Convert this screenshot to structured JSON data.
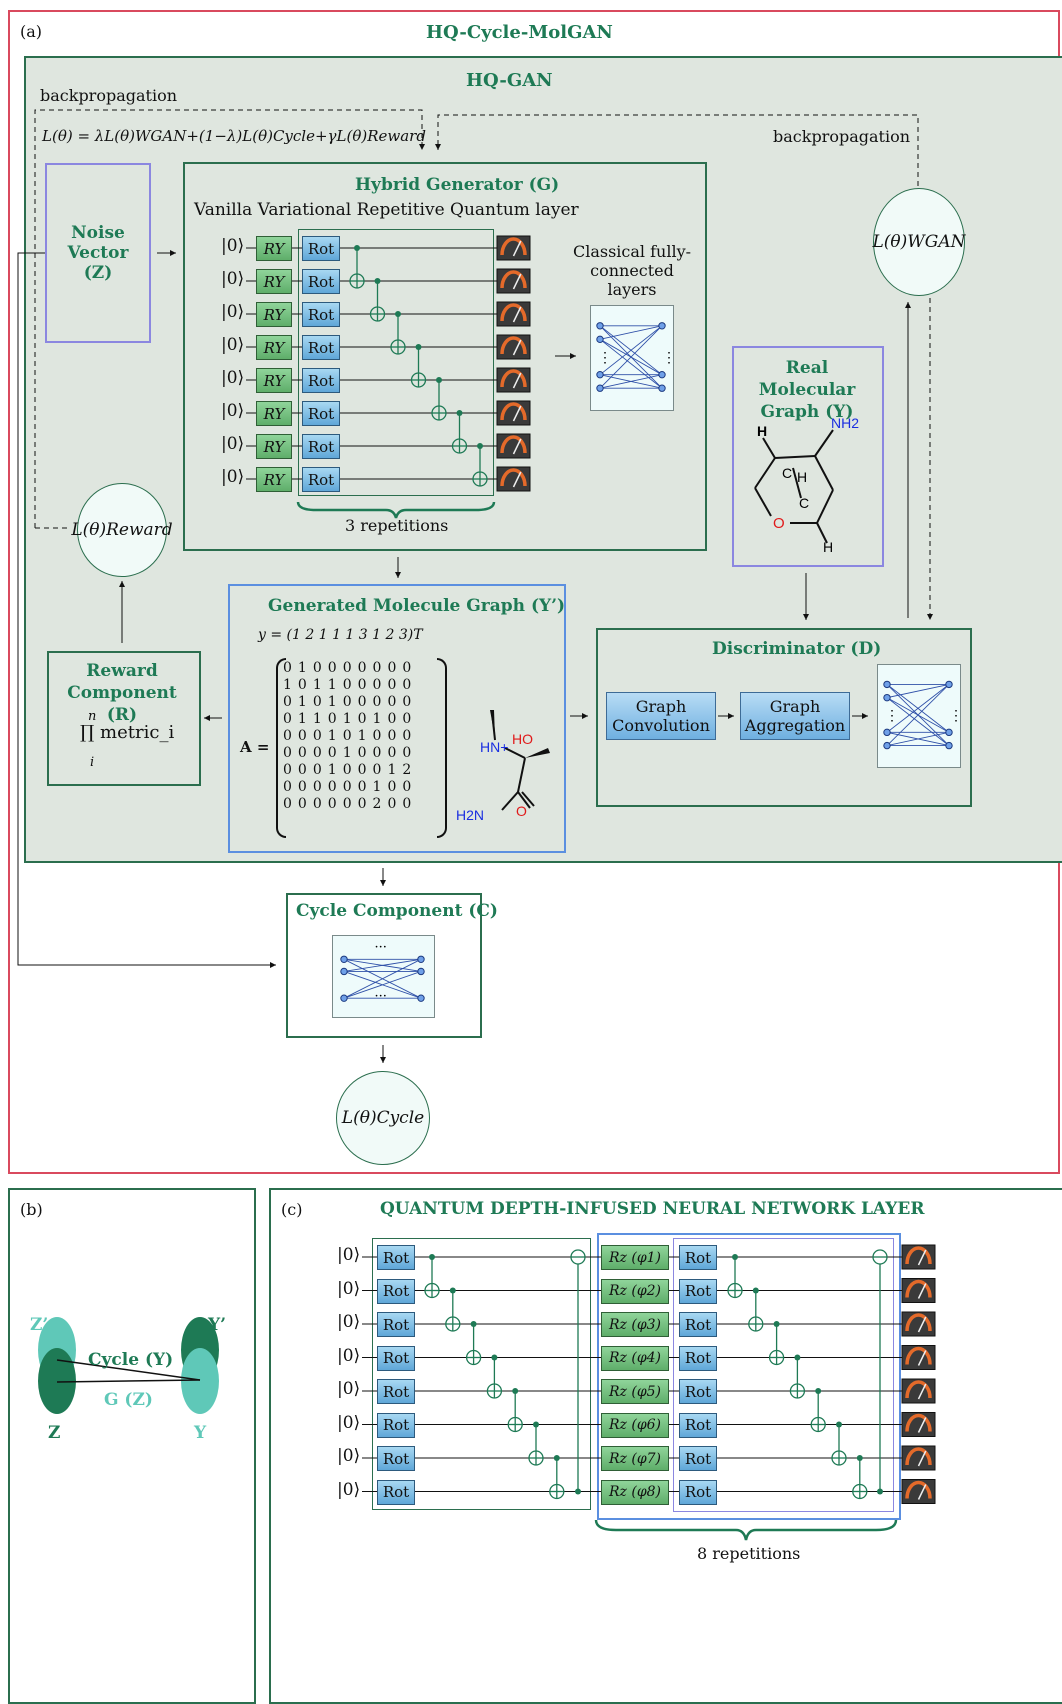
{
  "panel_a": {
    "label": "(a)",
    "title": "HQ-Cycle-MolGAN",
    "hqgan_title": "HQ-GAN",
    "backprop_left": "backpropagation",
    "backprop_right": "backpropagation",
    "loss_formula": "L(θ) = λL(θ)WGAN+(1−λ)L(θ)Cycle+γL(θ)Reward",
    "noise": "Noise Vector (Z)",
    "generator_title": "Hybrid Generator (G)",
    "generator_subtitle": "Vanilla Variational Repetitive Quantum layer",
    "ket": "|0⟩",
    "ry": "RY",
    "rot": "Rot",
    "repetitions_gen": "3 repetitions",
    "classical": "Classical fully-connected layers",
    "dots": "⋮",
    "loss_wgan": "L(θ)WGAN",
    "loss_reward": "L(θ)Reward",
    "loss_cycle": "L(θ)Cycle",
    "real_graph": "Real Molecular Graph (Y)",
    "generated_graph": "Generated Molecule Graph (Y’)",
    "y_vector": "y = (1 2 1 1 1 3 1 2 3)T",
    "matrix_label": "A =",
    "matrix": [
      [
        "0",
        "1",
        "0",
        "0",
        "0",
        "0",
        "0",
        "0",
        "0"
      ],
      [
        "1",
        "0",
        "1",
        "1",
        "0",
        "0",
        "0",
        "0",
        "0"
      ],
      [
        "0",
        "1",
        "0",
        "1",
        "0",
        "0",
        "0",
        "0",
        "0"
      ],
      [
        "0",
        "1",
        "1",
        "0",
        "1",
        "0",
        "1",
        "0",
        "0"
      ],
      [
        "0",
        "0",
        "0",
        "1",
        "0",
        "1",
        "0",
        "0",
        "0"
      ],
      [
        "0",
        "0",
        "0",
        "0",
        "1",
        "0",
        "0",
        "0",
        "0"
      ],
      [
        "0",
        "0",
        "0",
        "1",
        "0",
        "0",
        "0",
        "1",
        "2"
      ],
      [
        "0",
        "0",
        "0",
        "0",
        "0",
        "0",
        "1",
        "0",
        "0"
      ],
      [
        "0",
        "0",
        "0",
        "0",
        "0",
        "0",
        "2",
        "0",
        "0"
      ]
    ],
    "reward_title": "Reward Component (R)",
    "reward_formula": "∏ metric_i",
    "reward_upper": "n",
    "reward_lower": "i",
    "discriminator_title": "Discriminator (D)",
    "graph_conv": "Graph Convolution",
    "graph_agg": "Graph Aggregation",
    "cycle_title": "Cycle Component (C)",
    "ellipsis": "···",
    "mol_real": {
      "nh2": "NH2",
      "h_top": "H",
      "c1": "C",
      "h_mid": "H",
      "c2": "C",
      "o": "O",
      "h_bot": "H"
    },
    "mol_gen": {
      "hn": "HN+",
      "ho": "HO",
      "h2n": "H2N",
      "o": "O"
    }
  },
  "panel_b": {
    "label": "(b)",
    "z_prime": "Z’",
    "y_prime": "Y’",
    "cycle": "Cycle (Y)",
    "g": "G (Z)",
    "z": "Z",
    "y": "Y"
  },
  "panel_c": {
    "label": "(c)",
    "title": "QUANTUM DEPTH-INFUSED NEURAL NETWORK LAYER",
    "rz": [
      "Rz (φ1)",
      "Rz (φ2)",
      "Rz (φ3)",
      "Rz (φ4)",
      "Rz (φ5)",
      "Rz (φ6)",
      "Rz (φ7)",
      "Rz (φ8)"
    ],
    "repetitions": "8 repetitions"
  },
  "colors": {
    "green": "#1e7a55",
    "red_border": "#d94a5e",
    "gan_bg": "#dfe6df",
    "blue_border": "#5b8fe0"
  }
}
